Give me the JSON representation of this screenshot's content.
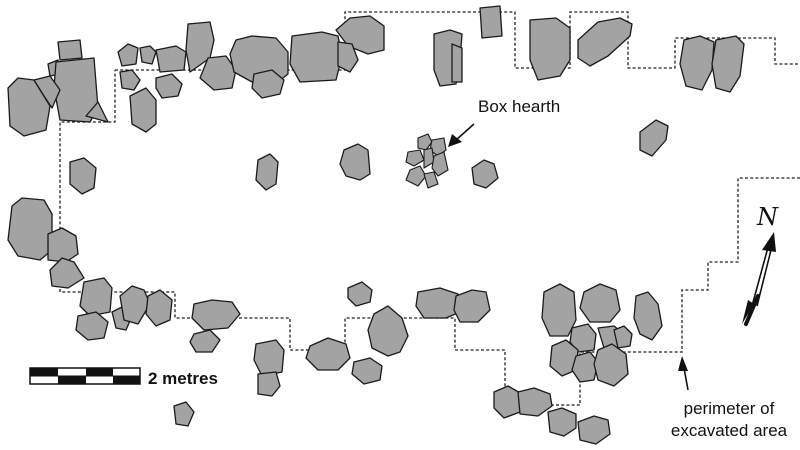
{
  "labels": {
    "box_hearth": "Box hearth",
    "perimeter_line1": "perimeter of",
    "perimeter_line2": "excavated area",
    "scale": "2 metres",
    "north": "N"
  },
  "colors": {
    "stone_fill": "#a3a3a3",
    "stone_outline": "#1a1a1a",
    "background": "#ffffff"
  },
  "icons": [
    "north-arrow-icon",
    "scale-bar",
    "pointer-arrow-icon"
  ]
}
